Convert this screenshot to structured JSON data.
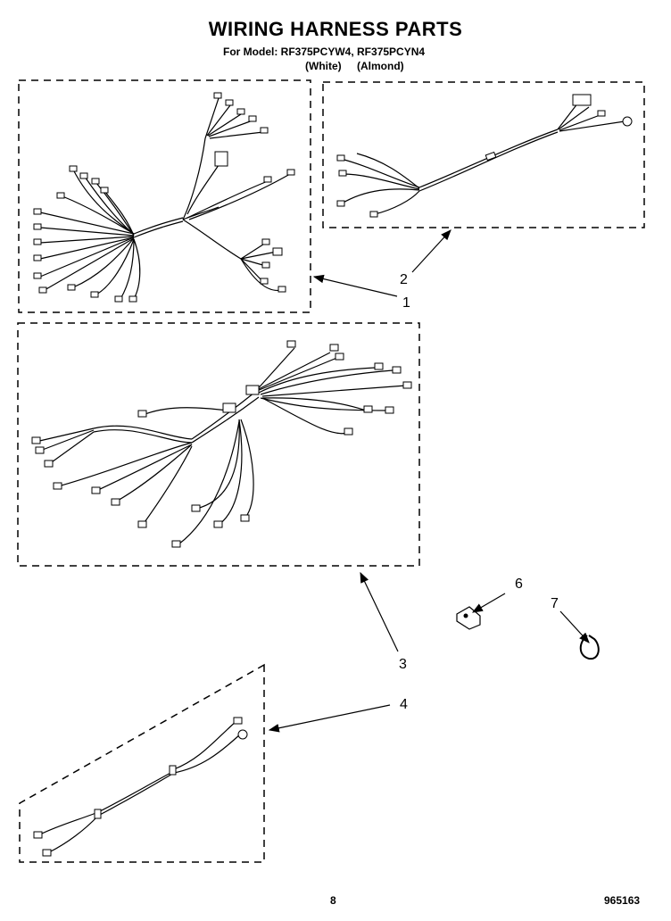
{
  "header": {
    "title": "WIRING HARNESS PARTS",
    "model_line": "For Model: RF375PCYW4, RF375PCYN4",
    "color_white": "(White)",
    "color_almond": "(Almond)"
  },
  "callouts": {
    "c1": "1",
    "c2": "2",
    "c3": "3",
    "c4": "4",
    "c6": "6",
    "c7": "7"
  },
  "footer": {
    "page_number": "8",
    "doc_code": "965163"
  }
}
